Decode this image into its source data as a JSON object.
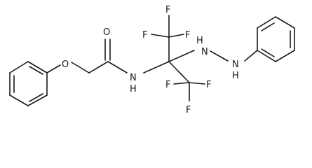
{
  "molecule": {
    "atoms": {
      "f1": "F",
      "f2": "F",
      "f3": "F",
      "f4": "F",
      "f5": "F",
      "f6": "F",
      "o_carbonyl": "O",
      "o_ether": "O",
      "n_amide": "N",
      "h_amide": "H",
      "n_hydrazine_1": "N",
      "h_hydrazine_1": "H",
      "n_hydrazine_2": "N",
      "h_hydrazine_2": "H"
    }
  }
}
